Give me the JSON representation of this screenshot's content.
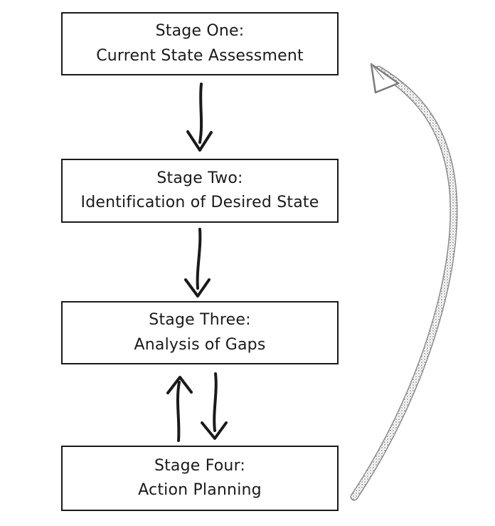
{
  "stages": [
    {
      "title": "Stage One:",
      "subtitle": "Current State Assessment"
    },
    {
      "title": "Stage Two:",
      "subtitle": "Identification of Desired State"
    },
    {
      "title": "Stage Three:",
      "subtitle": "Analysis of Gaps"
    },
    {
      "title": "Stage Four:",
      "subtitle": "Action Planning"
    }
  ],
  "colors": {
    "ink": "#1a1a1a",
    "return_arrow": "#9a9a9a"
  }
}
